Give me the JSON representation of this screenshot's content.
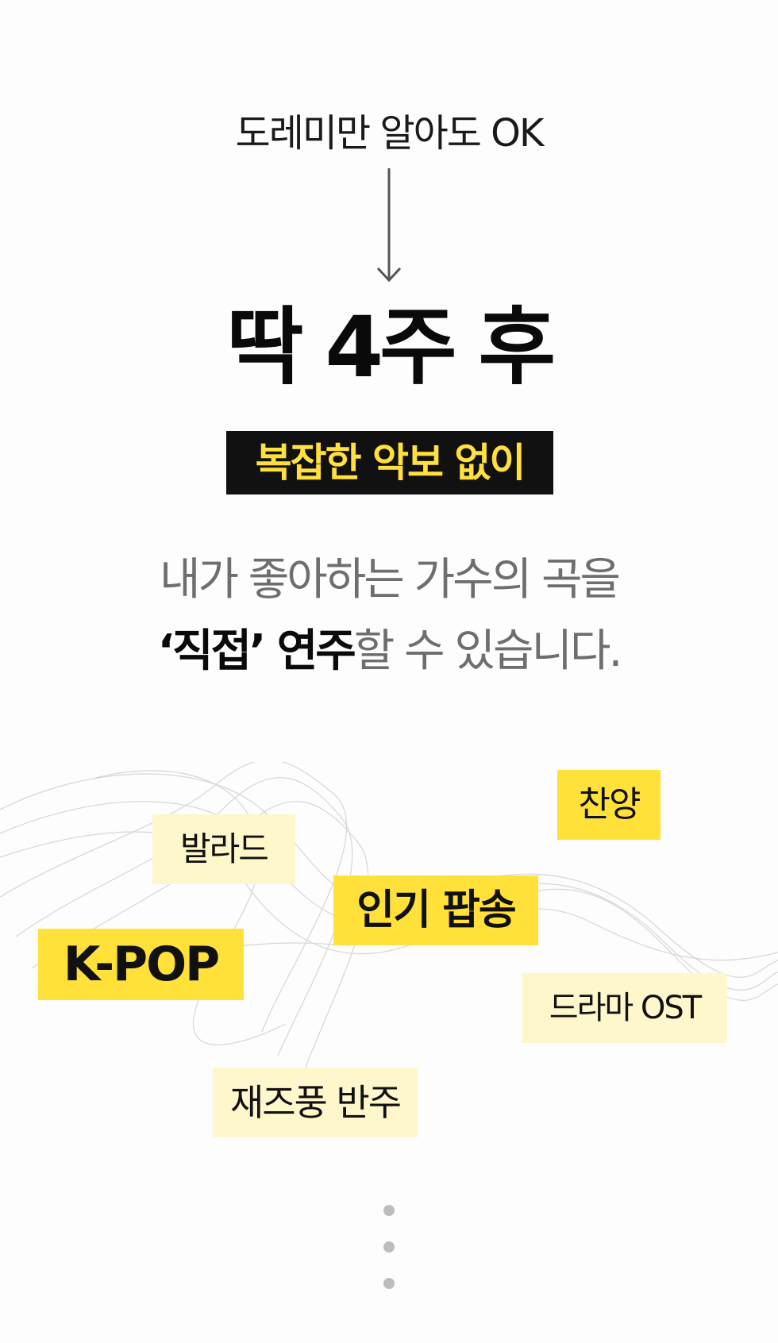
{
  "intro": "도레미만 알아도 OK",
  "headline": "딱 4주 후",
  "banner": "복잡한 악보 없이",
  "description": {
    "line1": "내가 좋아하는 가수의 곡을",
    "line2_strong": "‘직접’ 연주",
    "line2_rest": "할 수 있습니다."
  },
  "genres": {
    "ccm": "찬양",
    "ballad": "발라드",
    "pop": "인기 팝송",
    "kpop": "K-POP",
    "drama_ost": "드라마 OST",
    "jazz": "재즈풍 반주"
  },
  "colors": {
    "accent_yellow": "#ffe13a",
    "soft_yellow": "#fff7cc",
    "banner_bg": "#111111",
    "muted_text": "#6e6e6e"
  },
  "icons": {
    "arrow": "arrow-down-icon",
    "more": "vertical-dots-icon"
  }
}
